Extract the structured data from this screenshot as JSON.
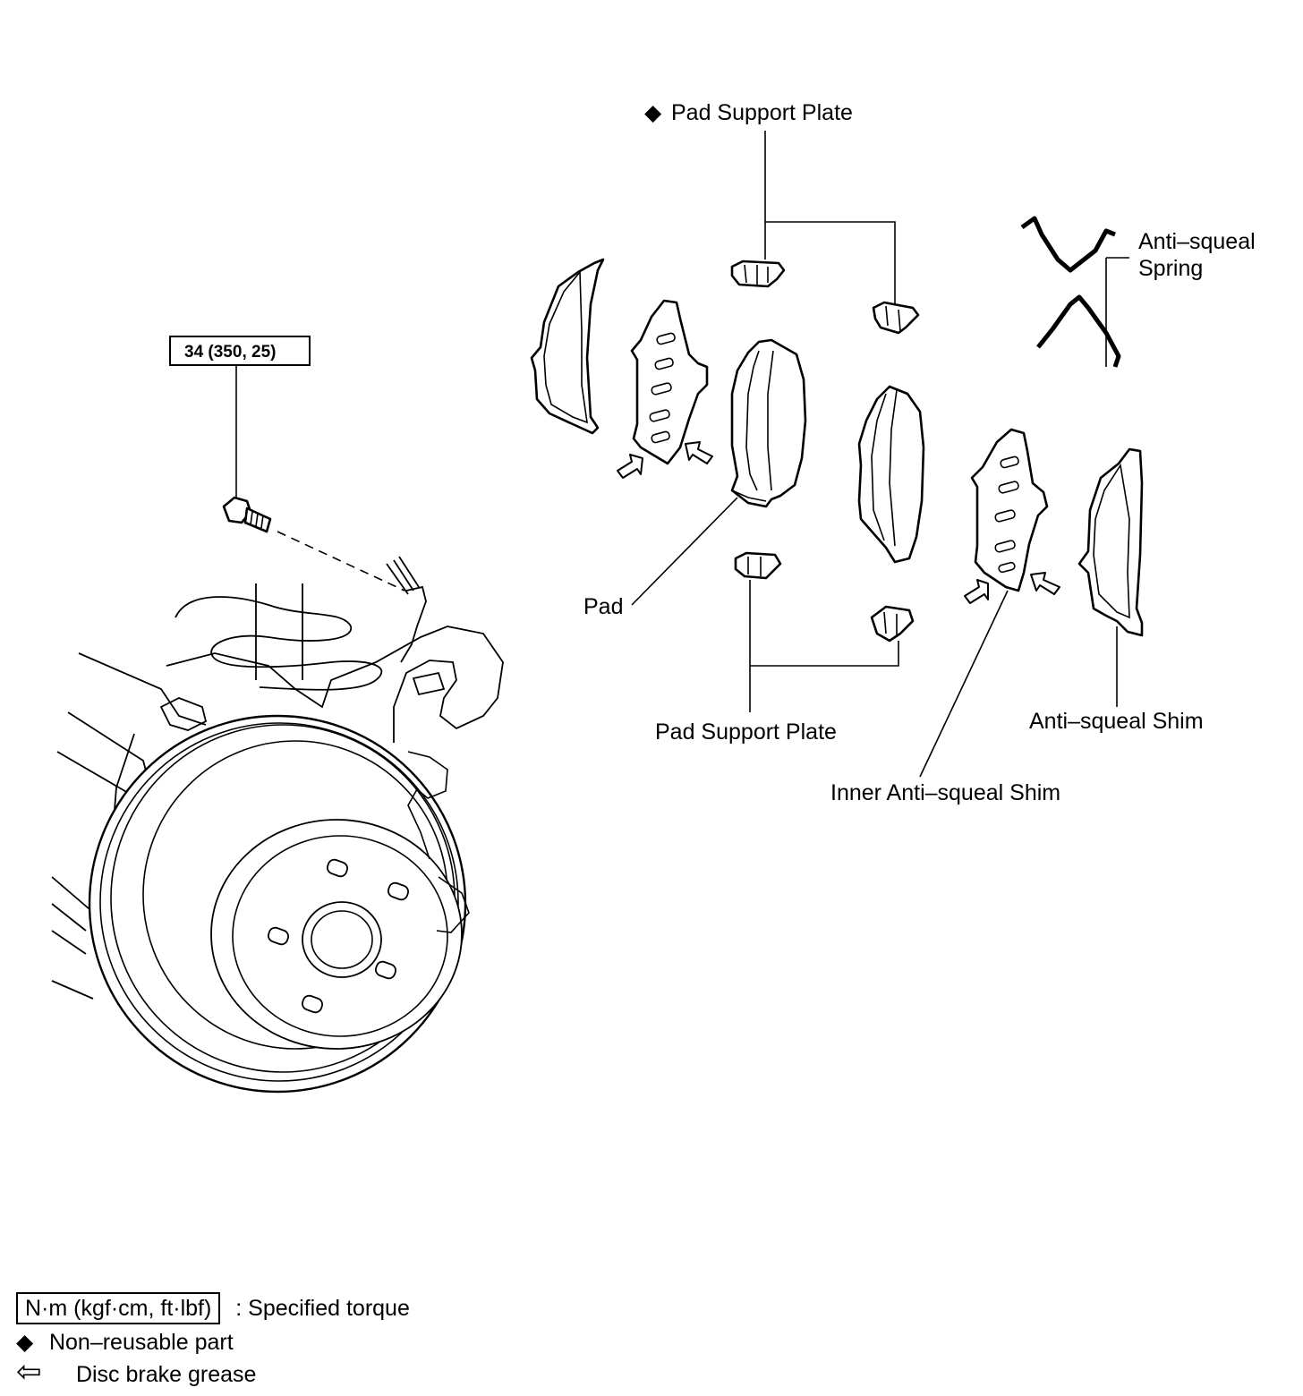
{
  "callouts": {
    "pad_support_plate_top": "Pad Support Plate",
    "pad_support_plate_bottom": "Pad Support Plate",
    "anti_squeal_spring_line1": "Anti–squeal",
    "anti_squeal_spring_line2": "Spring",
    "pad": "Pad",
    "anti_squeal_shim": "Anti–squeal Shim",
    "inner_anti_squeal_shim": "Inner Anti–squeal Shim"
  },
  "torque_spec": "34 (350, 25)",
  "symbols": {
    "non_reusable": "◆",
    "grease": "⇦"
  },
  "legend": {
    "torque_unit": "N·m (kgf·cm, ft·lbf)",
    "torque_desc": ": Specified torque",
    "non_reusable": "Non–reusable part",
    "grease": "Disc brake grease"
  }
}
